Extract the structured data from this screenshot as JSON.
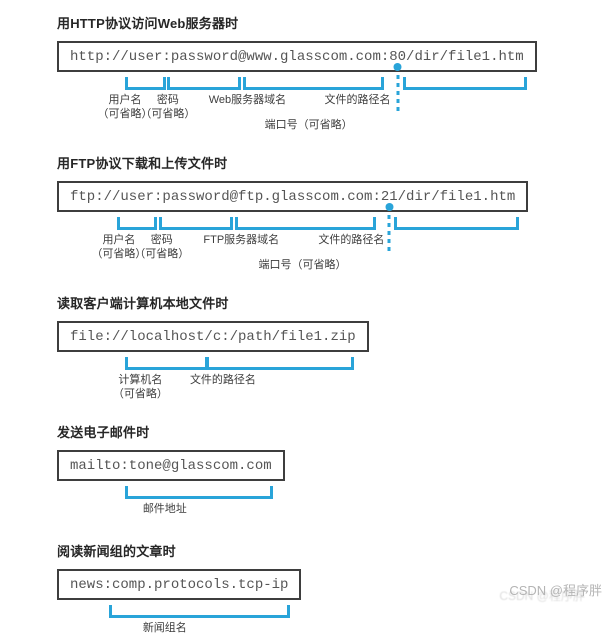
{
  "colors": {
    "accent": "#29a4d9",
    "box_border": "#3e3e3e"
  },
  "watermark": {
    "text": "CSDN @程序胖"
  },
  "sections": [
    {
      "title": "用HTTP协议访问Web服务器时",
      "url": "http://user:password@www.glasscom.com:80/dir/file1.htm",
      "labels": {
        "username": "用户名",
        "username_note": "（可省略）",
        "password": "密码",
        "password_note": "（可省略）",
        "domain": "Web服务器域名",
        "port": "端口号（可省略）",
        "path": "文件的路径名"
      }
    },
    {
      "title": "用FTP协议下载和上传文件时",
      "url": "ftp://user:password@ftp.glasscom.com:21/dir/file1.htm",
      "labels": {
        "username": "用户名",
        "username_note": "（可省略）",
        "password": "密码",
        "password_note": "（可省略）",
        "domain": "FTP服务器域名",
        "port": "端口号（可省略）",
        "path": "文件的路径名"
      }
    },
    {
      "title": "读取客户端计算机本地文件时",
      "url": "file://localhost/c:/path/file1.zip",
      "labels": {
        "host": "计算机名",
        "host_note": "（可省略）",
        "path": "文件的路径名"
      }
    },
    {
      "title": "发送电子邮件时",
      "url": "mailto:tone@glasscom.com",
      "labels": {
        "address": "邮件地址"
      }
    },
    {
      "title": "阅读新闻组的文章时",
      "url": "news:comp.protocols.tcp-ip",
      "labels": {
        "group": "新闻组名"
      }
    }
  ]
}
